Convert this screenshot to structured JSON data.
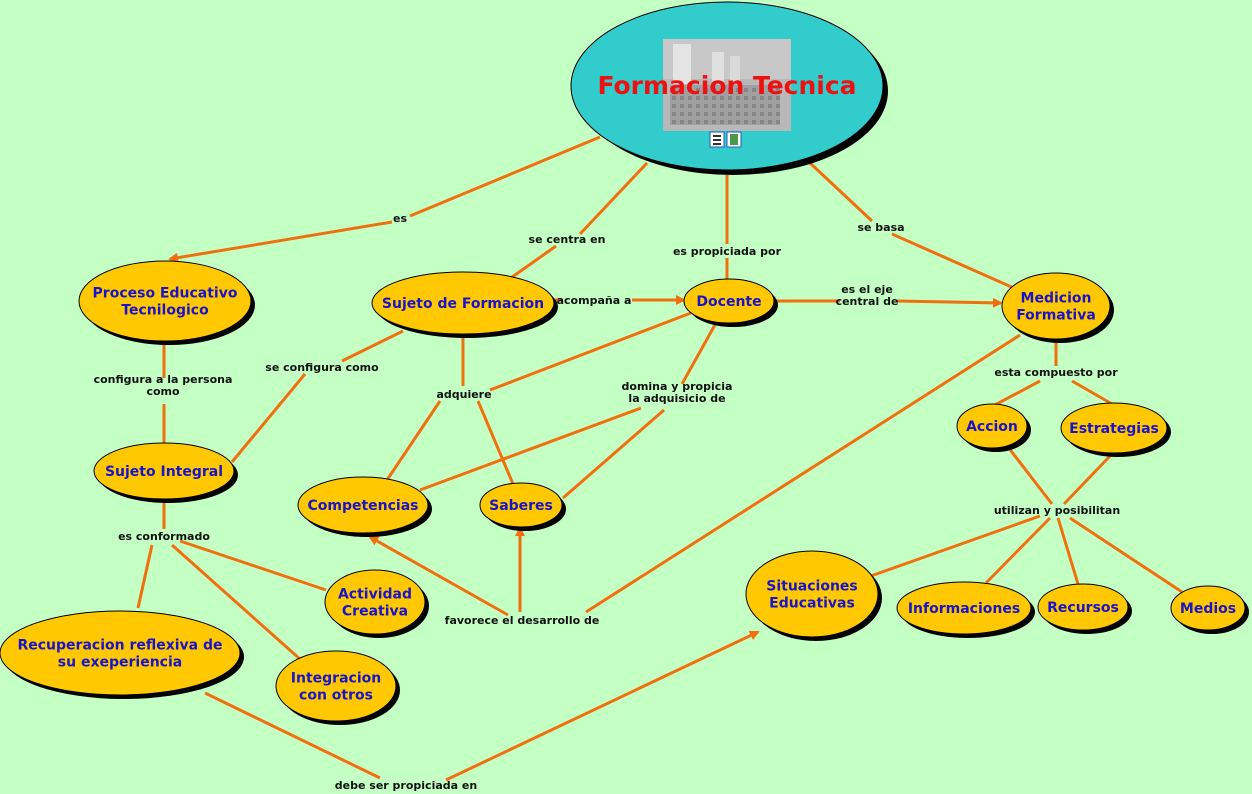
{
  "title": "Formacion Tecnica",
  "colors": {
    "background": "#C4FFC4",
    "concept": "#FFC800",
    "main": "#33CCCC",
    "link": "#F07010",
    "concept_text": "#1A14C8",
    "title_text": "#EE1111"
  },
  "concepts": {
    "proceso": [
      "Proceso Educativo",
      "Tecnilogico"
    ],
    "sujeto_formacion": [
      "Sujeto de Formacion"
    ],
    "docente": [
      "Docente"
    ],
    "medicion": [
      "Medicion",
      "Formativa"
    ],
    "sujeto_integral": [
      "Sujeto Integral"
    ],
    "competencias": [
      "Competencias"
    ],
    "saberes": [
      "Saberes"
    ],
    "accion": [
      "Accion"
    ],
    "estrategias": [
      "Estrategias"
    ],
    "actividad": [
      "Actividad",
      "Creativa"
    ],
    "recuperacion": [
      "Recuperacion reflexiva de",
      "su exeperiencia"
    ],
    "integracion": [
      "Integracion",
      "con otros"
    ],
    "situaciones": [
      "Situaciones",
      "Educativas"
    ],
    "informaciones": [
      "Informaciones"
    ],
    "recursos": [
      "Recursos"
    ],
    "medios": [
      "Medios"
    ]
  },
  "links": {
    "es": [
      "es"
    ],
    "centra": [
      "se centra en"
    ],
    "propiciada": [
      "es propiciada por"
    ],
    "basa": [
      "se basa"
    ],
    "acompana": [
      "acompaña a"
    ],
    "eje": [
      "es el eje",
      "central de"
    ],
    "seconfigura": [
      "se configura como"
    ],
    "configura": [
      "configura a la persona",
      "como"
    ],
    "adquiere": [
      "adquiere"
    ],
    "domina": [
      "domina y propicia",
      "la adquisicio de"
    ],
    "compuesto": [
      "esta compuesto por"
    ],
    "utilizan": [
      "utilizan y posibilitan"
    ],
    "conformado": [
      "es conformado"
    ],
    "favorece": [
      "favorece el desarrollo de"
    ],
    "debe": [
      "debe ser propiciada en"
    ]
  },
  "resource_icons": [
    "image-resource-icon",
    "video-resource-icon"
  ]
}
